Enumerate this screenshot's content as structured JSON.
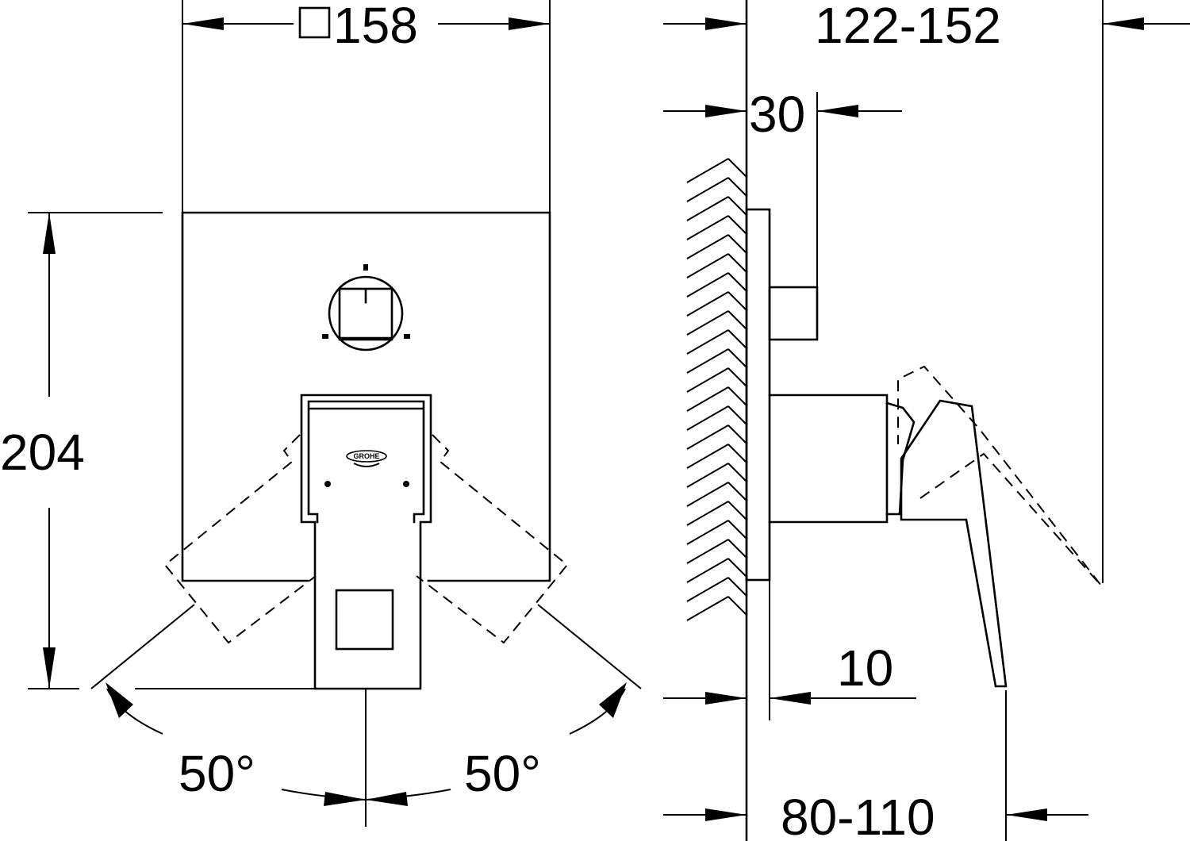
{
  "diagram": {
    "front_view": {
      "width_label": "158",
      "height_label": "204",
      "angle_left_label": "50°",
      "angle_right_label": "50°",
      "brand_logo_text": "GROHE"
    },
    "side_view": {
      "depth_total_label": "122-152",
      "knob_depth_label": "30",
      "plate_thickness_label": "10",
      "lever_depth_label": "80-110"
    },
    "square_symbol": "square-symbol-icon",
    "color_ink": "#000000",
    "color_paper": "#ffffff"
  }
}
